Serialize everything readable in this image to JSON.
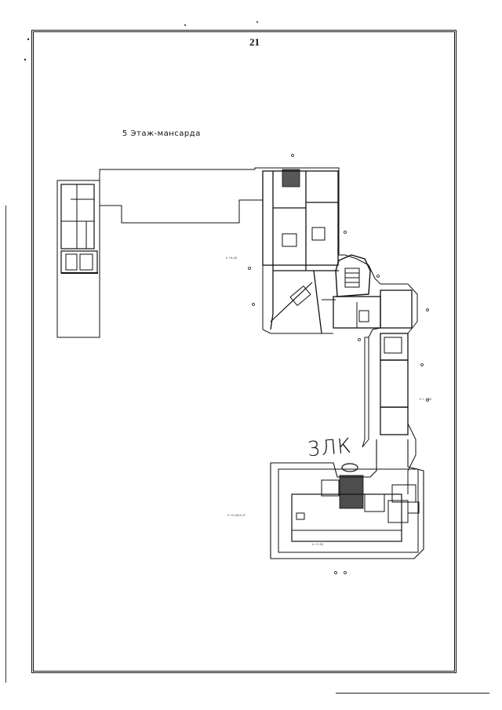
{
  "page": {
    "number": "21",
    "floor_title": "5 Этаж-мансарда",
    "handwritten_note": "3ЛК"
  }
}
